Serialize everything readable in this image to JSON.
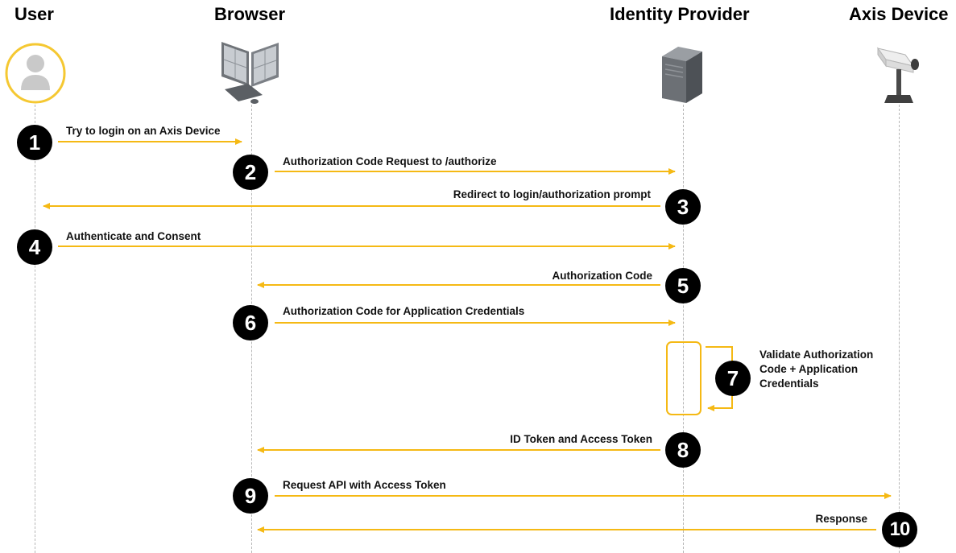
{
  "actors": {
    "user": "User",
    "browser": "Browser",
    "idp": "Identity Provider",
    "device": "Axis Device"
  },
  "steps": [
    {
      "num": "1",
      "label": "Try to login on an Axis Device",
      "from": "user",
      "to": "browser"
    },
    {
      "num": "2",
      "label": "Authorization Code Request to /authorize",
      "from": "browser",
      "to": "idp"
    },
    {
      "num": "3",
      "label": "Redirect to login/authorization prompt",
      "from": "idp",
      "to": "user"
    },
    {
      "num": "4",
      "label": "Authenticate and Consent",
      "from": "user",
      "to": "idp"
    },
    {
      "num": "5",
      "label": "Authorization Code",
      "from": "idp",
      "to": "browser"
    },
    {
      "num": "6",
      "label": "Authorization Code for Application Credentials",
      "from": "browser",
      "to": "idp"
    },
    {
      "num": "7",
      "label": "Validate Authorization Code + Application Credentials",
      "from": "idp",
      "to": "idp"
    },
    {
      "num": "8",
      "label": "ID Token and Access Token",
      "from": "idp",
      "to": "browser"
    },
    {
      "num": "9",
      "label": "Request API with Access Token",
      "from": "browser",
      "to": "device"
    },
    {
      "num": "10",
      "label": "Response",
      "from": "device",
      "to": "browser"
    }
  ],
  "colors": {
    "arrow": "#f5b914",
    "user_ring": "#f5c832",
    "badge": "#000000",
    "lifeline": "#b7b7b7"
  },
  "icons": {
    "user": "user-avatar-icon",
    "browser": "computer-monitors-icon",
    "idp": "server-tower-icon",
    "device": "security-camera-icon"
  }
}
